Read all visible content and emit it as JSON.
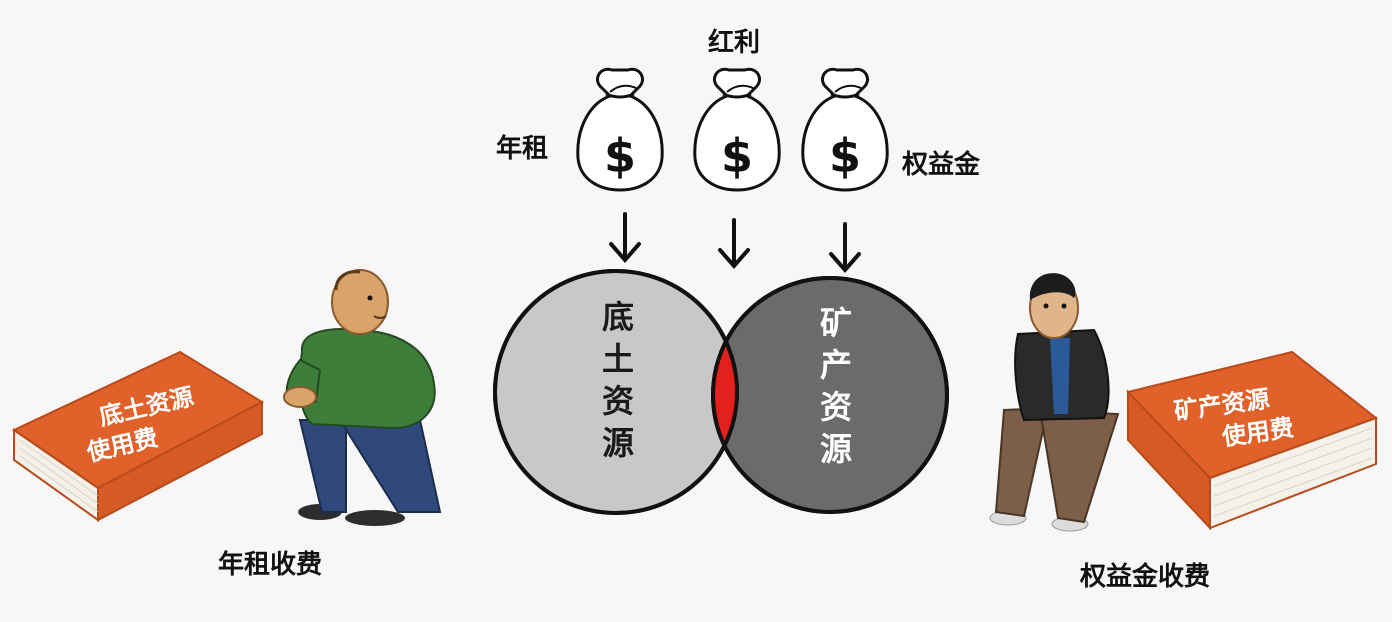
{
  "top_label": "红利",
  "left_bag_label": "年租",
  "right_bag_label": "权益金",
  "money_symbol": "$",
  "venn": {
    "left_circle": "底土资源",
    "right_circle": "矿产资源",
    "left_color": "#c8c8c8",
    "right_color": "#6b6b6b",
    "overlap_color": "#e3201c"
  },
  "left_book": {
    "line1": "底土资源",
    "line2": "使用费",
    "color": "#e0622a"
  },
  "right_book": {
    "line1": "矿产资源",
    "line2": "使用费",
    "color": "#e0622a"
  },
  "left_caption": "年租收费",
  "right_caption": "权益金收费"
}
